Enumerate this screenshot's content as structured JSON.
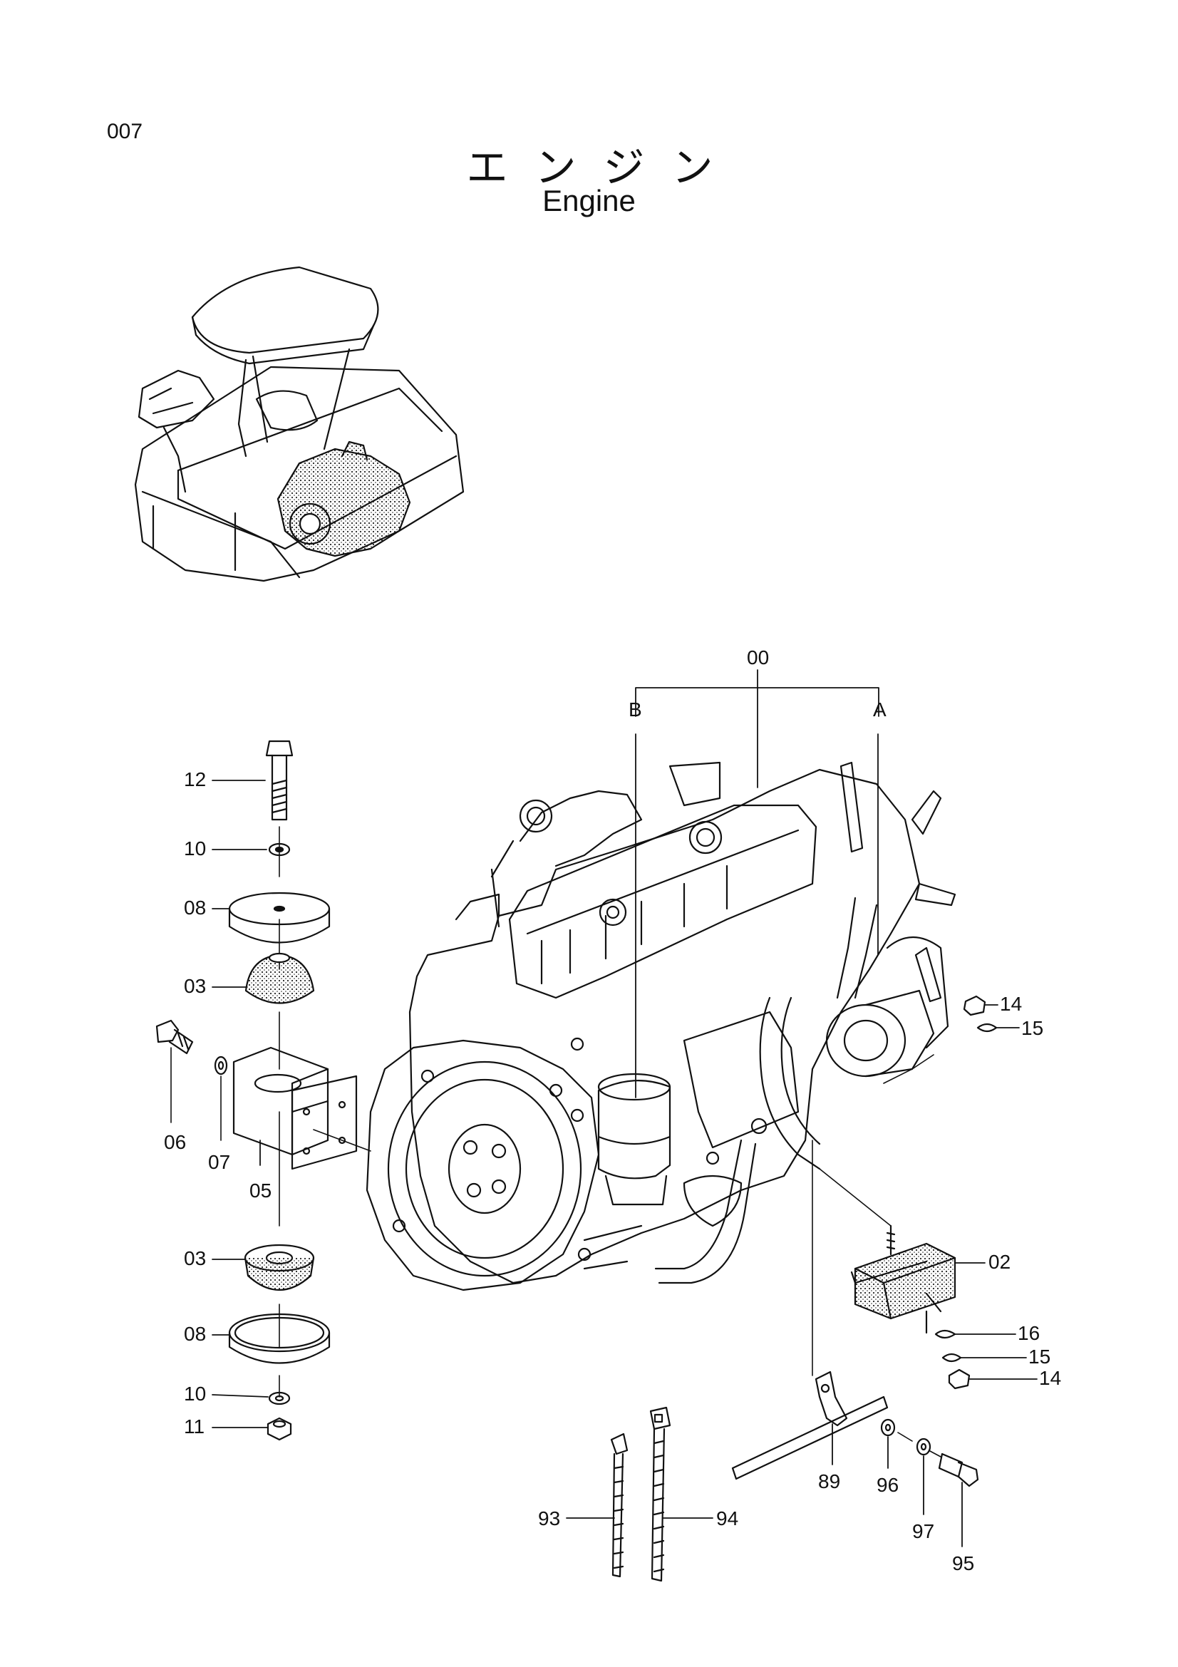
{
  "page": {
    "number": "007",
    "title_jp": "エンジン",
    "title_en": "Engine"
  },
  "callouts": {
    "c00": "00",
    "cA": "A",
    "cB": "B",
    "c12": "12",
    "c10a": "10",
    "c08a": "08",
    "c03a": "03",
    "c06": "06",
    "c07": "07",
    "c05": "05",
    "c03b": "03",
    "c08b": "08",
    "c10b": "10",
    "c11": "11",
    "c14a": "14",
    "c15a": "15",
    "c02": "02",
    "c16": "16",
    "c15b": "15",
    "c14b": "14",
    "c89": "89",
    "c96": "96",
    "c97": "97",
    "c95": "95",
    "c93": "93",
    "c94": "94"
  }
}
